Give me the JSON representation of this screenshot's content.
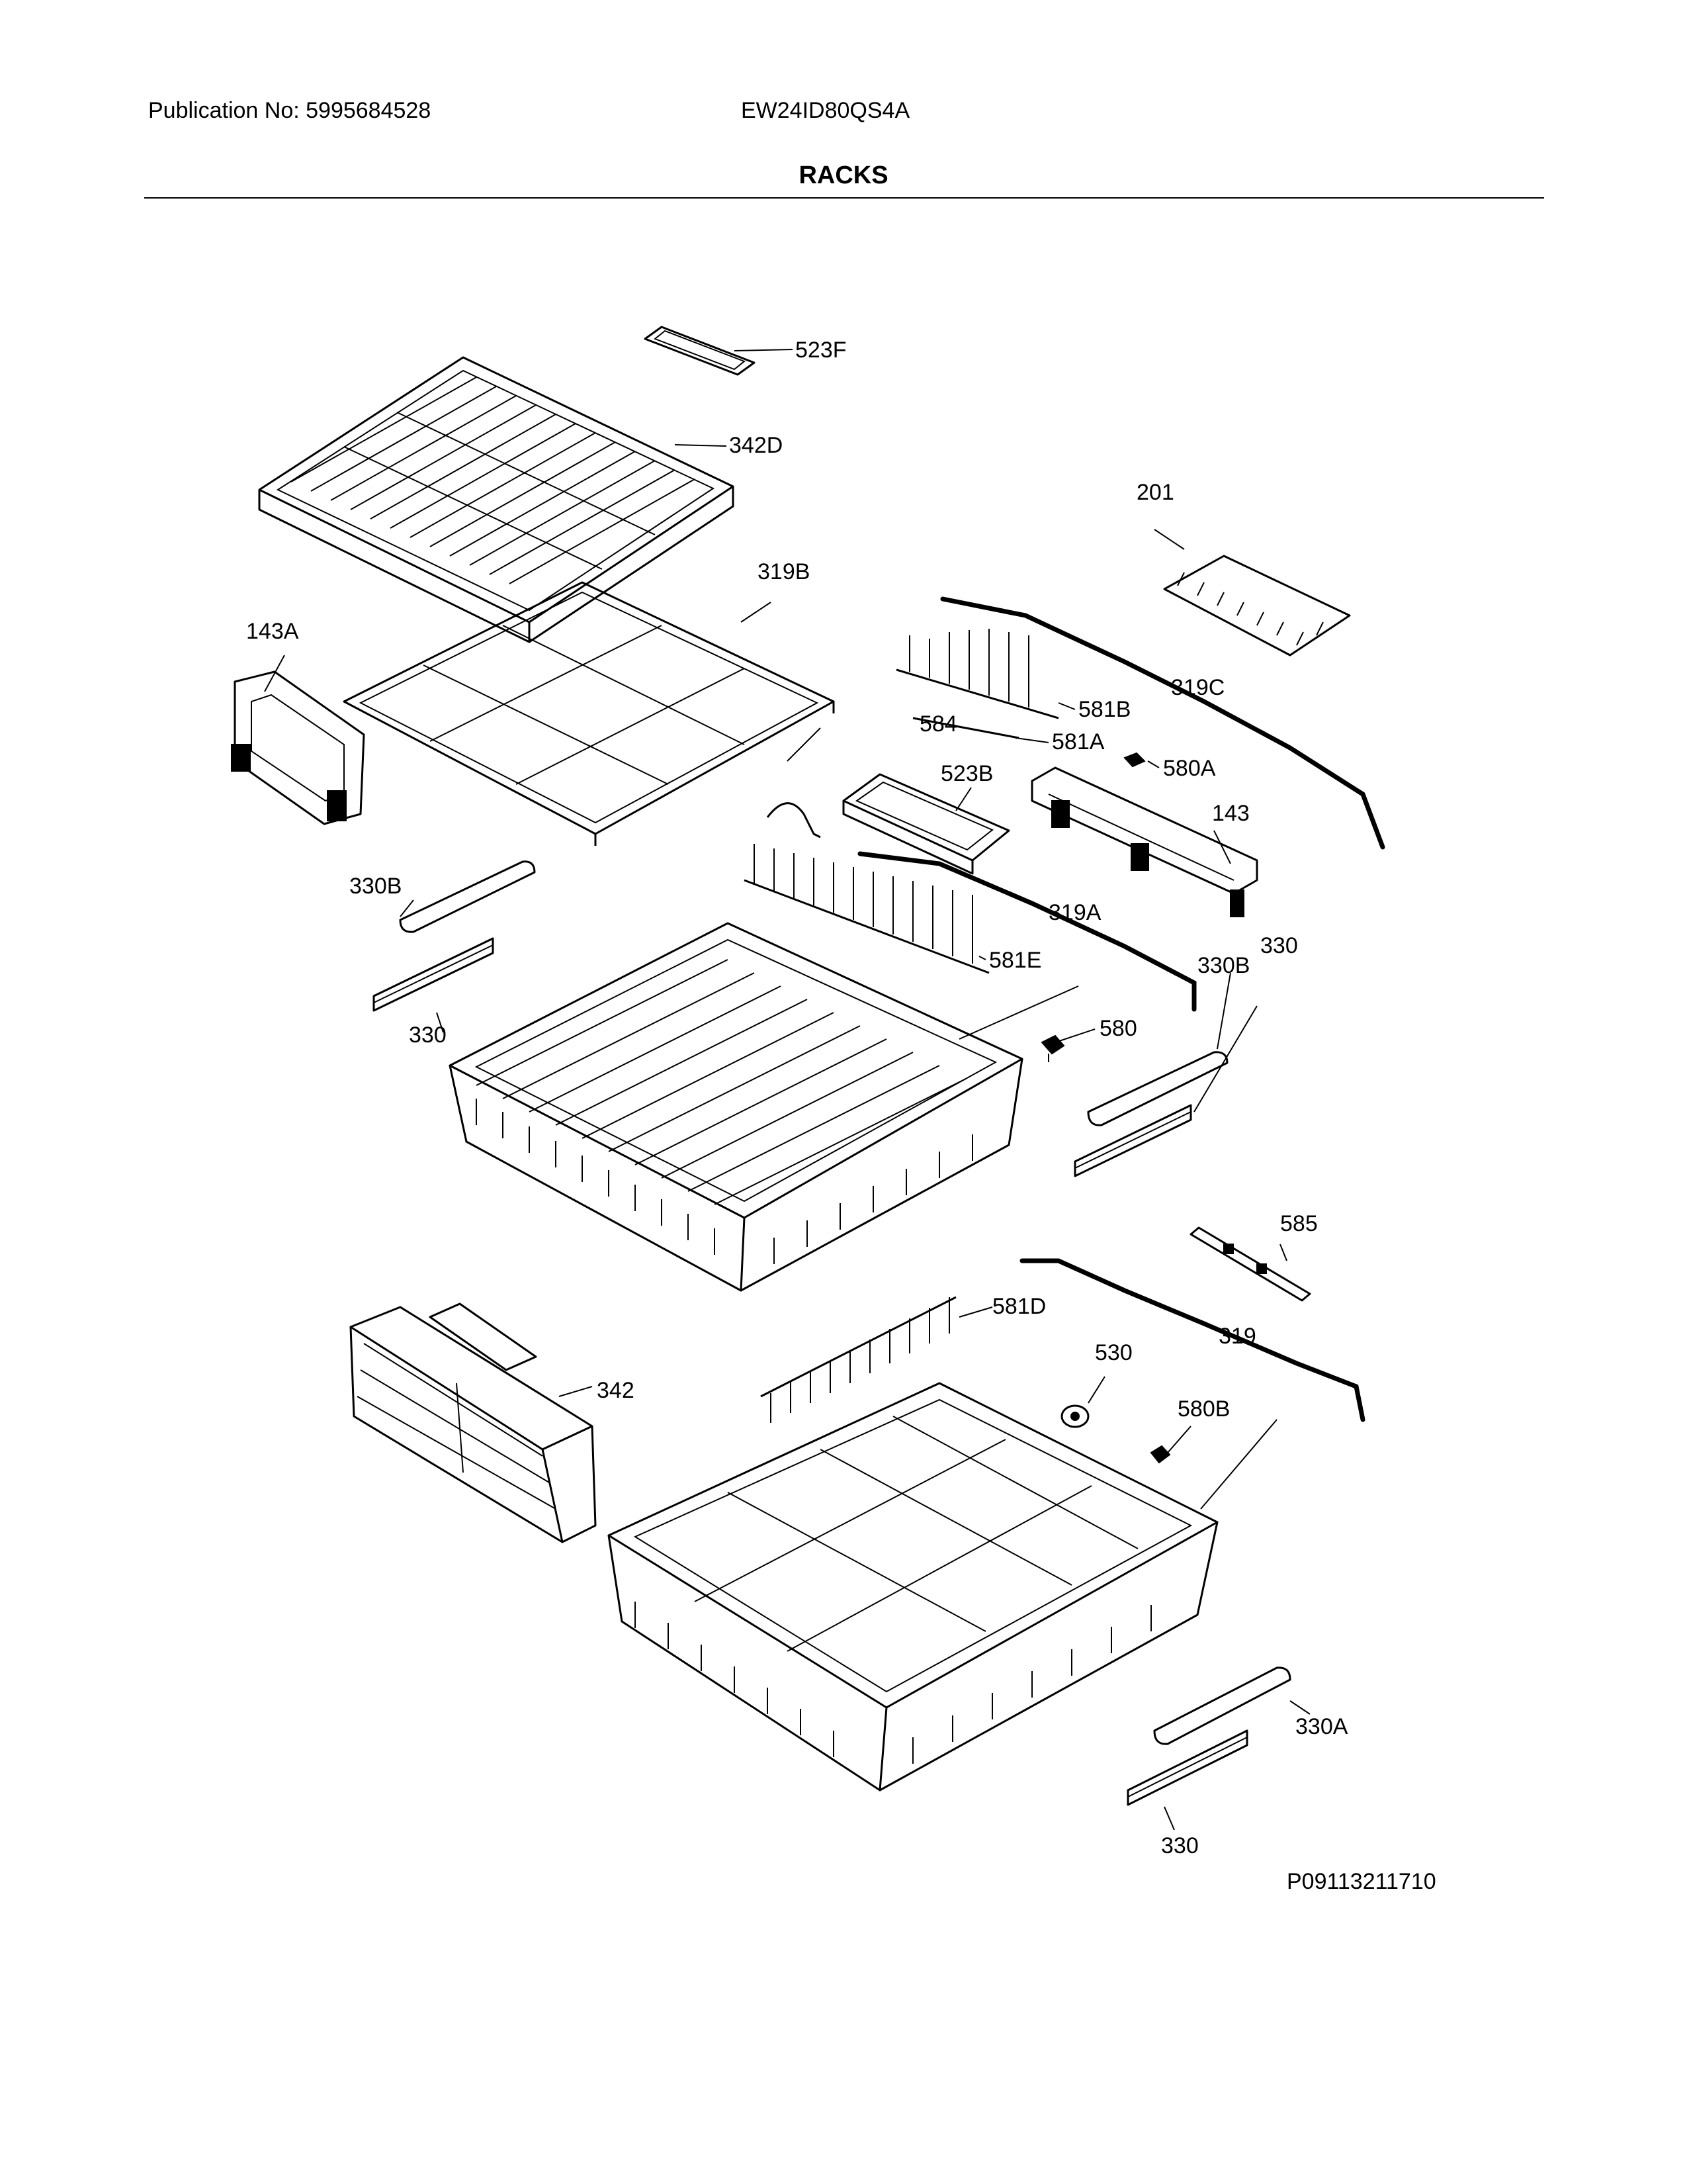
{
  "header": {
    "publication": "Publication No: 5995684528",
    "model": "EW24ID80QS4A",
    "section_title": "RACKS"
  },
  "diagram_ref": "P09113211710",
  "labels": {
    "l523F": "523F",
    "l342D": "342D",
    "l201": "201",
    "l319B": "319B",
    "l143A": "143A",
    "l319C": "319C",
    "l581B": "581B",
    "l584": "584",
    "l581A": "581A",
    "l523B": "523B",
    "l580A": "580A",
    "l143": "143",
    "l330B_left": "330B",
    "l319A": "319A",
    "l581E": "581E",
    "l330B_right": "330B",
    "l330_right": "330",
    "l330_left": "330",
    "l580": "580",
    "l585": "585",
    "l581D": "581D",
    "l319": "319",
    "l342": "342",
    "l530": "530",
    "l580B": "580B",
    "l330A": "330A",
    "l330_bottom": "330"
  }
}
